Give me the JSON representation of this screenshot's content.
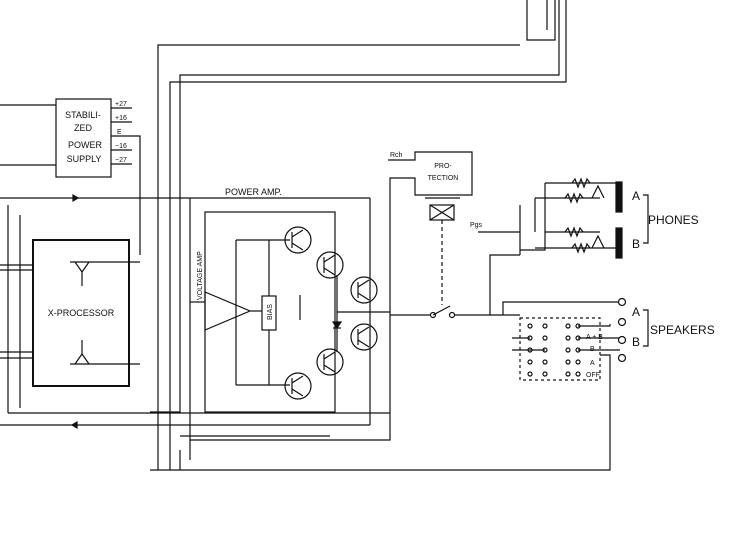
{
  "diagram": {
    "stabilized_block": {
      "line1": "STABILI-",
      "line2": "ZED",
      "line3": "POWER",
      "line4": "SUPPLY",
      "rails": [
        "+27",
        "+16",
        "E",
        "−16",
        "−27"
      ]
    },
    "protection_block": {
      "line1": "PRO-",
      "line2": "TECTION",
      "input_label": "Rch"
    },
    "power_amp_label": "POWER AMP.",
    "voltage_amp_label": "VOLTAGE AMP",
    "bias_label": "BIAS",
    "x_processor_label": "X-PROCESSOR",
    "phones": {
      "label": "PHONES",
      "jack_a": "A",
      "jack_b": "B",
      "input_label": "Pgs"
    },
    "speakers": {
      "label": "SPEAKERS",
      "terminal_a": "A",
      "terminal_b": "B",
      "switch_positions": [
        "A + B",
        "B",
        "A",
        "OFF"
      ]
    }
  }
}
